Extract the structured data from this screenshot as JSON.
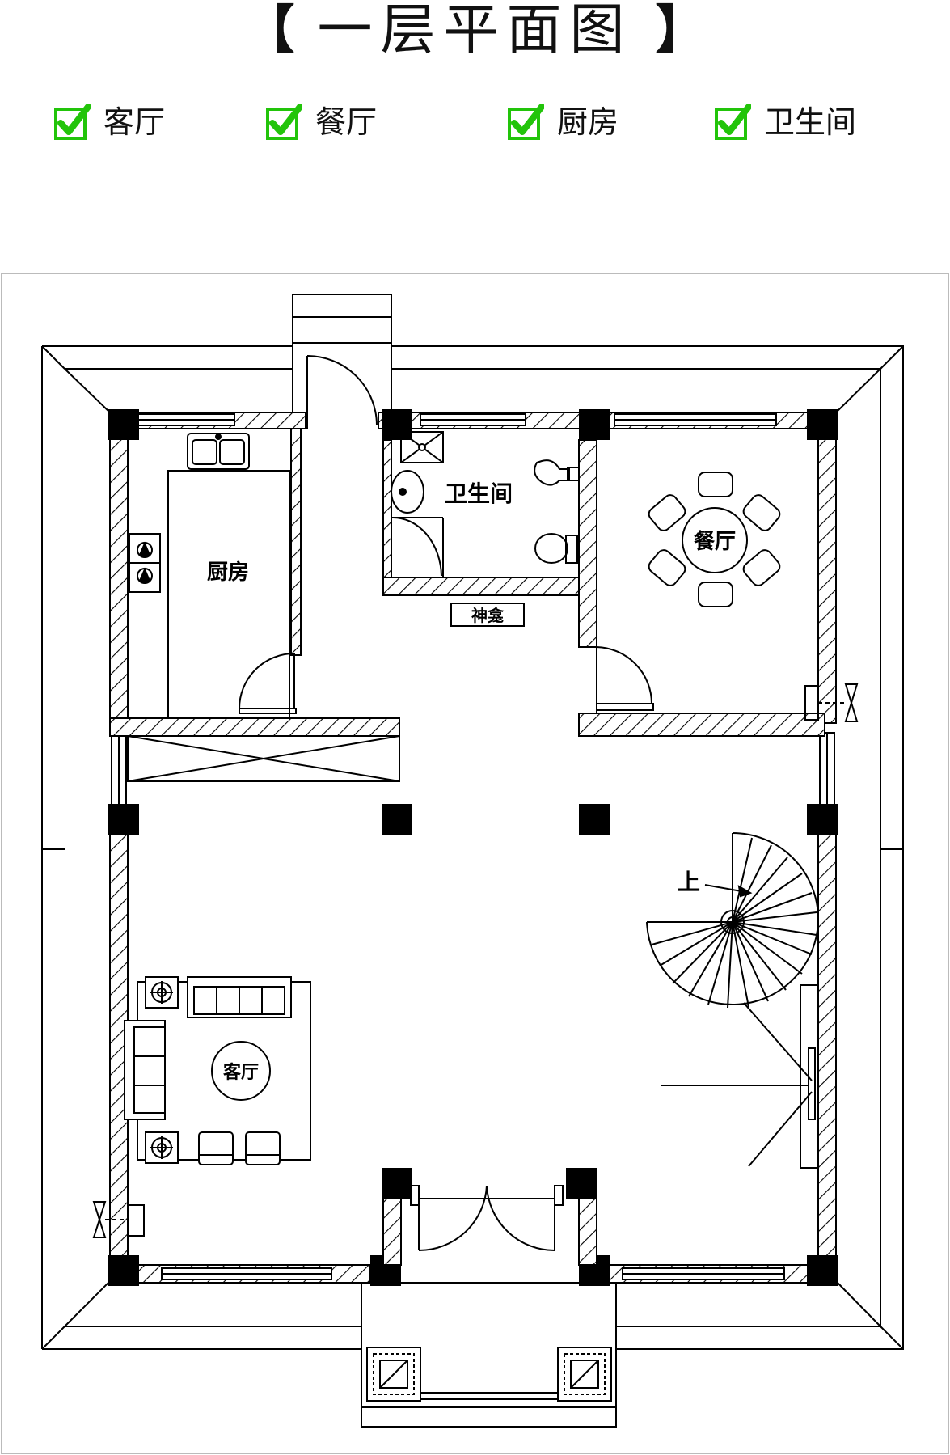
{
  "title": {
    "left_bracket": "【",
    "text": "一层平面图",
    "right_bracket": "】"
  },
  "legend": {
    "check_color": "#22c40a",
    "items": [
      {
        "label": "客厅",
        "icon": "green-check-box-icon"
      },
      {
        "label": "餐厅",
        "icon": "green-check-box-icon"
      },
      {
        "label": "厨房",
        "icon": "green-check-box-icon"
      },
      {
        "label": "卫生间",
        "icon": "green-check-box-icon"
      }
    ]
  },
  "floorplan": {
    "rooms": {
      "kitchen": "厨房",
      "bathroom": "卫生间",
      "dining": "餐厅",
      "living": "客厅"
    },
    "labels": {
      "shrine": "神龛",
      "stairs_up": "上"
    }
  }
}
